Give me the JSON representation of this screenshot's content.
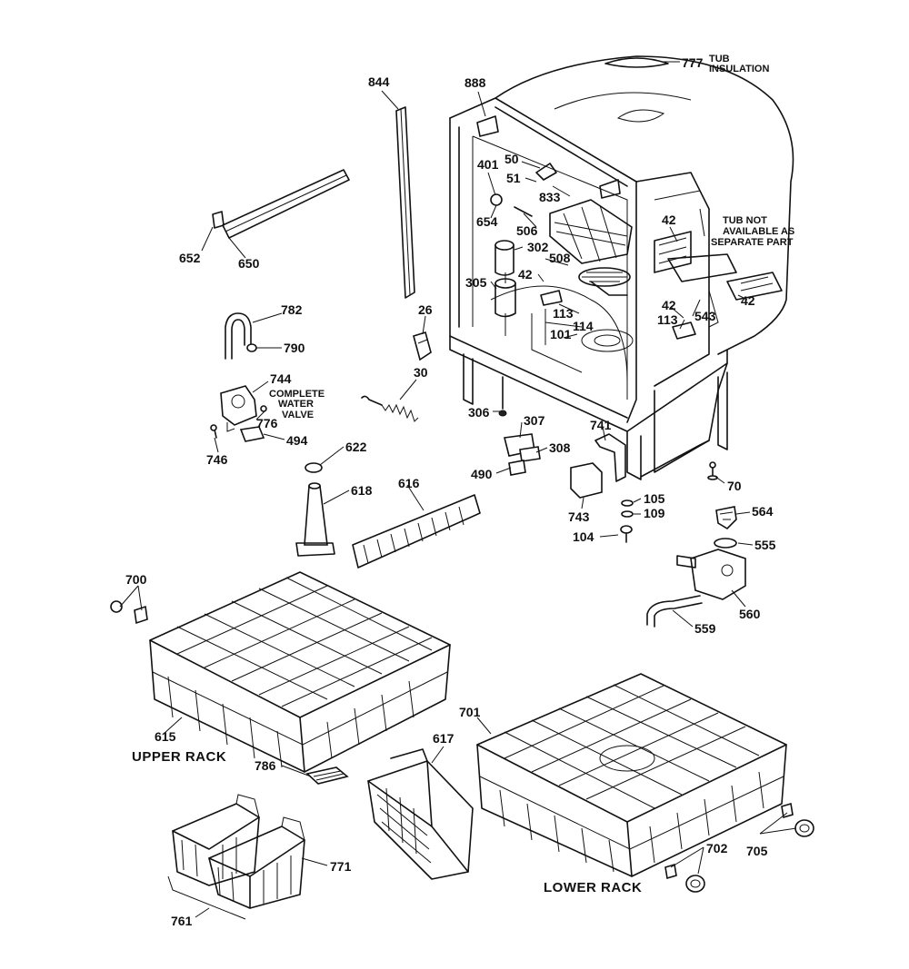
{
  "parts": {
    "p777": "777",
    "p888": "888",
    "p844": "844",
    "p50": "50",
    "p401": "401",
    "p51": "51",
    "p833": "833",
    "p654": "654",
    "p506": "506",
    "p302": "302",
    "p42a": "42",
    "p42b": "42",
    "p42c": "42",
    "p42d": "42",
    "p508": "508",
    "p305": "305",
    "p113a": "113",
    "p113b": "113",
    "p114": "114",
    "p101": "101",
    "p543": "543",
    "p652": "652",
    "p650": "650",
    "p26": "26",
    "p782": "782",
    "p790": "790",
    "p744": "744",
    "p776": "776",
    "p494": "494",
    "p746": "746",
    "p30": "30",
    "p306": "306",
    "p307": "307",
    "p308": "308",
    "p490": "490",
    "p741": "741",
    "p70": "70",
    "p622": "622",
    "p618": "618",
    "p616": "616",
    "p743": "743",
    "p105": "105",
    "p109": "109",
    "p104": "104",
    "p564": "564",
    "p555": "555",
    "p560": "560",
    "p559": "559",
    "p700": "700",
    "p615": "615",
    "p701": "701",
    "p617": "617",
    "p786": "786",
    "p771": "771",
    "p761": "761",
    "p702": "702",
    "p705": "705"
  },
  "notes": {
    "tub_insulation_1": "TUB",
    "tub_insulation_2": "INSULATION",
    "tub_not_1": "TUB NOT",
    "tub_not_2": "AVAILABLE AS",
    "tub_not_3": "SEPARATE PART",
    "water_valve_1": "COMPLETE",
    "water_valve_2": "WATER",
    "water_valve_3": "VALVE"
  },
  "captions": {
    "upper_rack": "UPPER RACK",
    "lower_rack": "LOWER RACK"
  }
}
